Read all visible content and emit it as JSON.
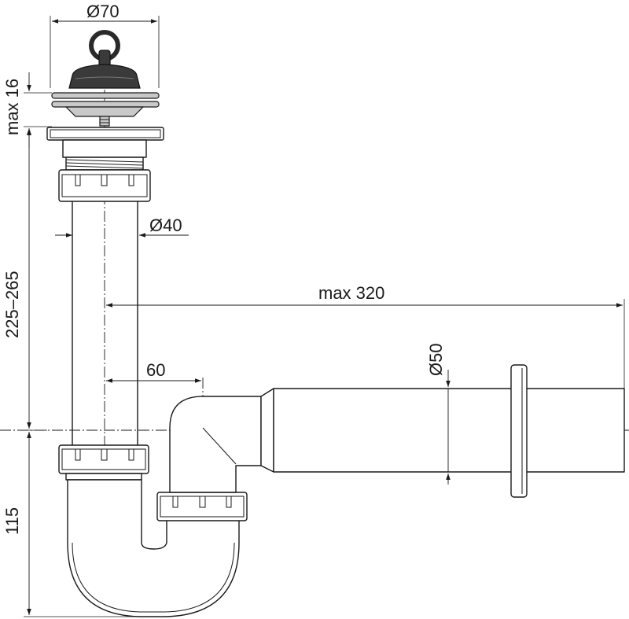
{
  "dimensions": {
    "stopper_diameter": "Ø70",
    "stopper_height": "max 16",
    "drain_height": "225–265",
    "trap_depth": "115",
    "pipe_diameter": "Ø40",
    "outlet_length": "max 320",
    "offset": "60",
    "outlet_diameter": "Ø50"
  },
  "colors": {
    "line": "#1a1a1a",
    "metal": "#c9c9c9",
    "stopper": "#3a3a3a"
  }
}
